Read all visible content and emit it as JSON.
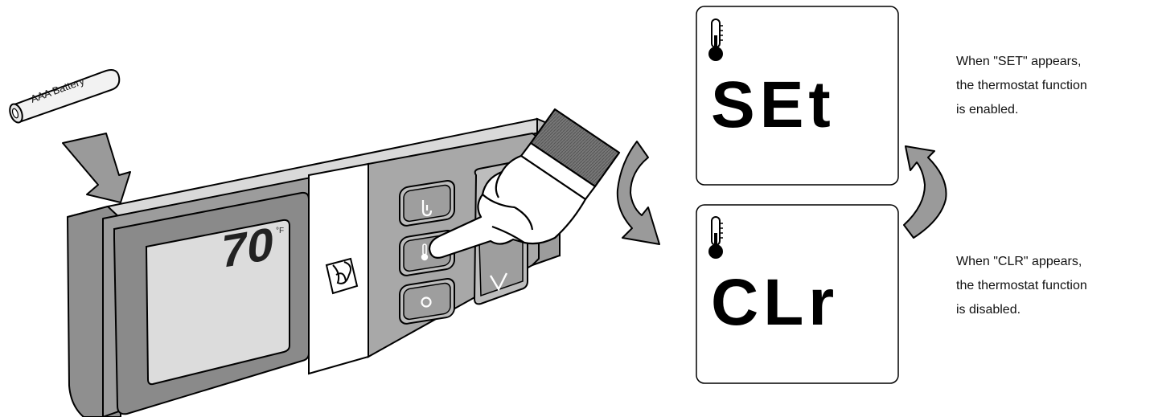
{
  "battery": {
    "label": "AAA Battery"
  },
  "thermostat": {
    "temperature": "70",
    "unit": "°F"
  },
  "lcd_set": {
    "display": "SEt"
  },
  "lcd_clr": {
    "display": "CLr"
  },
  "caption_set": {
    "line1": "When \"SET\" appears,",
    "line2": "the thermostat function",
    "line3": "is enabled."
  },
  "caption_clr": {
    "line1": "When \"CLR\" appears,",
    "line2": "the thermostat function",
    "line3": "is disabled."
  },
  "colors": {
    "body": "#9a9a9a",
    "body_dark": "#8a8a8a",
    "screen": "#dcdcdc",
    "panel": "#a8a8a8",
    "outline": "#000000"
  }
}
